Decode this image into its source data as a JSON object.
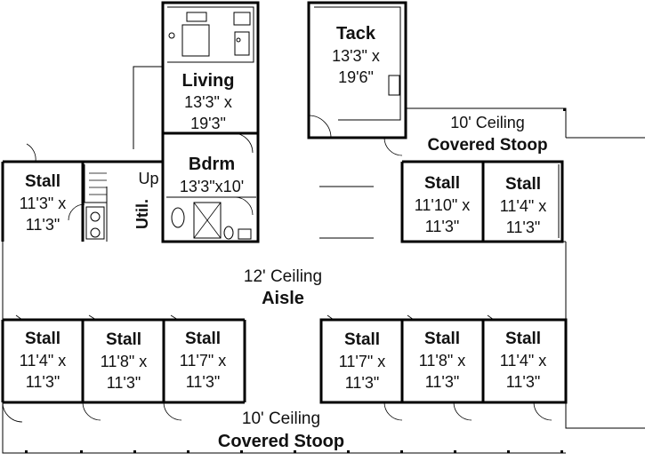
{
  "rooms": {
    "tack": {
      "name": "Tack",
      "dims_1": "13'3\" x",
      "dims_2": "19'6\""
    },
    "living": {
      "name": "Living",
      "dims_1": "13'3\" x",
      "dims_2": "19'3\""
    },
    "bdrm": {
      "name": "Bdrm",
      "dims_1": "13'3\"x10'"
    },
    "util": {
      "name": "Util."
    },
    "up": {
      "label": "Up"
    },
    "stall_top_left": {
      "name": "Stall",
      "dims_1": "11'3\" x",
      "dims_2": "11'3\""
    },
    "stall_top_right_1": {
      "name": "Stall",
      "dims_1": "11'10\" x",
      "dims_2": "11'3\""
    },
    "stall_top_right_2": {
      "name": "Stall",
      "dims_1": "11'4\" x",
      "dims_2": "11'3\""
    },
    "aisle": {
      "ceiling": "12' Ceiling",
      "name": "Aisle"
    },
    "stoop_right": {
      "ceiling": "10' Ceiling",
      "name": "Covered Stoop"
    },
    "stoop_bottom": {
      "ceiling": "10' Ceiling",
      "name": "Covered Stoop"
    },
    "bottom_stalls": [
      {
        "name": "Stall",
        "dims_1": "11'4\" x",
        "dims_2": "11'3\""
      },
      {
        "name": "Stall",
        "dims_1": "11'8\" x",
        "dims_2": "11'3\""
      },
      {
        "name": "Stall",
        "dims_1": "11'7\" x",
        "dims_2": "11'3\""
      },
      {
        "name": "Stall",
        "dims_1": "11'7\" x",
        "dims_2": "11'3\""
      },
      {
        "name": "Stall",
        "dims_1": "11'8\" x",
        "dims_2": "11'3\""
      },
      {
        "name": "Stall",
        "dims_1": "11'4\" x",
        "dims_2": "11'3\""
      }
    ]
  }
}
